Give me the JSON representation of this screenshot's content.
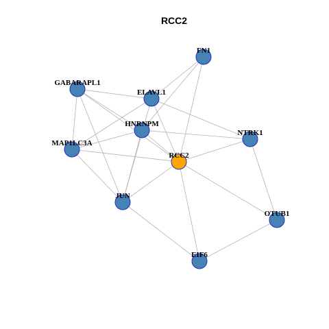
{
  "title": "RCC2",
  "colors": {
    "node_default": "#4682b4",
    "node_focus": "#ffa500",
    "node_border": "#1f2fbf",
    "edge": "#b3b3b3"
  },
  "nodes": [
    {
      "id": "FN1",
      "label": "FN1",
      "focus": false
    },
    {
      "id": "GABARAPL1",
      "label": "GABARAPL1",
      "focus": false
    },
    {
      "id": "ELAVL1",
      "label": "ELAVL1",
      "focus": false
    },
    {
      "id": "HNRNPM",
      "label": "HNRNPM",
      "focus": false
    },
    {
      "id": "NTRK1",
      "label": "NTRK1",
      "focus": false
    },
    {
      "id": "MAP1LC3A",
      "label": "MAP1LC3A",
      "focus": false
    },
    {
      "id": "RCC2",
      "label": "RCC2",
      "focus": true
    },
    {
      "id": "JUN",
      "label": "JUN",
      "focus": false
    },
    {
      "id": "OTUB1",
      "label": "OTUB1",
      "focus": false
    },
    {
      "id": "EIF6",
      "label": "EIF6",
      "focus": false
    }
  ],
  "edges": [
    [
      "FN1",
      "ELAVL1"
    ],
    [
      "FN1",
      "HNRNPM"
    ],
    [
      "FN1",
      "RCC2"
    ],
    [
      "GABARAPL1",
      "ELAVL1"
    ],
    [
      "GABARAPL1",
      "HNRNPM"
    ],
    [
      "GABARAPL1",
      "RCC2"
    ],
    [
      "GABARAPL1",
      "MAP1LC3A"
    ],
    [
      "GABARAPL1",
      "JUN"
    ],
    [
      "ELAVL1",
      "MAP1LC3A"
    ],
    [
      "ELAVL1",
      "RCC2"
    ],
    [
      "ELAVL1",
      "NTRK1"
    ],
    [
      "ELAVL1",
      "JUN"
    ],
    [
      "HNRNPM",
      "NTRK1"
    ],
    [
      "HNRNPM",
      "MAP1LC3A"
    ],
    [
      "HNRNPM",
      "RCC2"
    ],
    [
      "HNRNPM",
      "JUN"
    ],
    [
      "NTRK1",
      "RCC2"
    ],
    [
      "NTRK1",
      "OTUB1"
    ],
    [
      "MAP1LC3A",
      "RCC2"
    ],
    [
      "MAP1LC3A",
      "JUN"
    ],
    [
      "RCC2",
      "JUN"
    ],
    [
      "RCC2",
      "OTUB1"
    ],
    [
      "RCC2",
      "EIF6"
    ],
    [
      "JUN",
      "EIF6"
    ],
    [
      "OTUB1",
      "EIF6"
    ]
  ]
}
